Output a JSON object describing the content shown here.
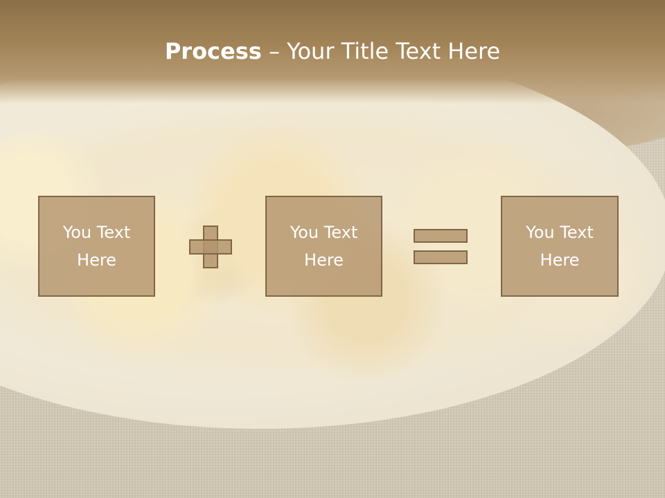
{
  "slide": {
    "title_bold": "Process",
    "title_rest": " – Your Title Text Here"
  },
  "process": {
    "box1_text": "You Text\nHere",
    "box2_text": "You Text\nHere",
    "box3_text": "You Text\nHere"
  },
  "icons": {
    "operator1": "plus-icon",
    "operator2": "equals-icon"
  },
  "colors": {
    "title_band": "#a48559",
    "box_fill": "#b49670",
    "box_border": "#7e6646",
    "text": "#ffffff"
  }
}
